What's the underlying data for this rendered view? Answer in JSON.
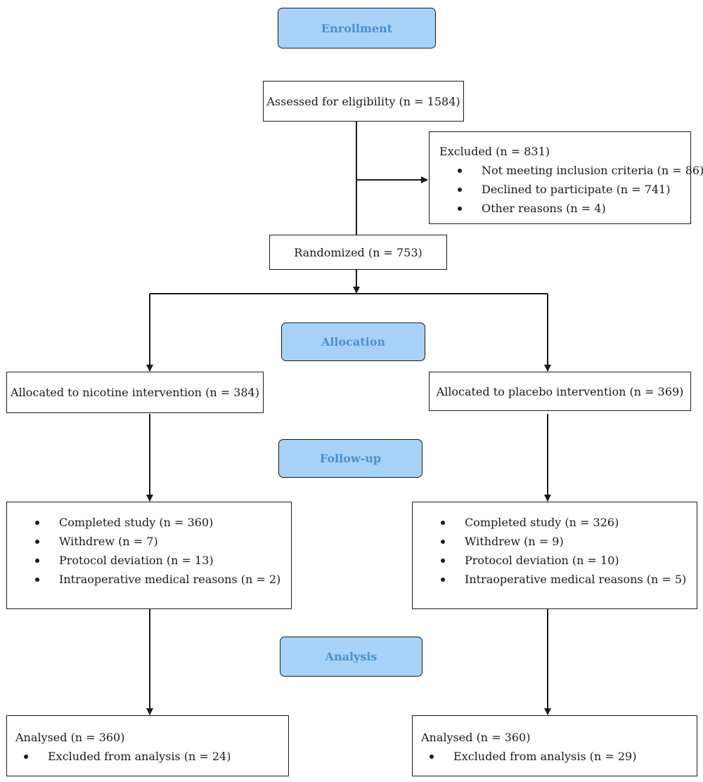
{
  "stages": {
    "enrollment": "Enrollment",
    "allocation": "Allocation",
    "followup": "Follow-up",
    "analysis": "Analysis"
  },
  "assessed": "Assessed for eligibility (n = 1584)",
  "excluded": {
    "title": "Excluded (n = 831)",
    "items": [
      "Not meeting inclusion criteria (n = 86)",
      "Declined to participate (n = 741)",
      "Other reasons (n = 4)"
    ]
  },
  "randomized": "Randomized (n = 753)",
  "allocated": {
    "nicotine": "Allocated to nicotine intervention (n = 384)",
    "placebo": "Allocated to placebo intervention (n = 369)"
  },
  "followup": {
    "nicotine": [
      "Completed study (n = 360)",
      "Withdrew (n = 7)",
      "Protocol deviation (n = 13)",
      "Intraoperative medical reasons (n = 2)"
    ],
    "placebo": [
      "Completed study (n = 326)",
      "Withdrew (n = 9)",
      "Protocol deviation (n = 10)",
      "Intraoperative medical reasons (n = 5)"
    ]
  },
  "analysis": {
    "nicotine": {
      "title": "Analysed (n = 360)",
      "items": [
        "Excluded from analysis (n = 24)"
      ]
    },
    "placebo": {
      "title": "Analysed (n = 360)",
      "items": [
        "Excluded from analysis (n = 29)"
      ]
    }
  },
  "colors": {
    "stage_fill": "#a8d1f7",
    "stage_text": "#4a90cf",
    "line": "#1a1a1a"
  }
}
